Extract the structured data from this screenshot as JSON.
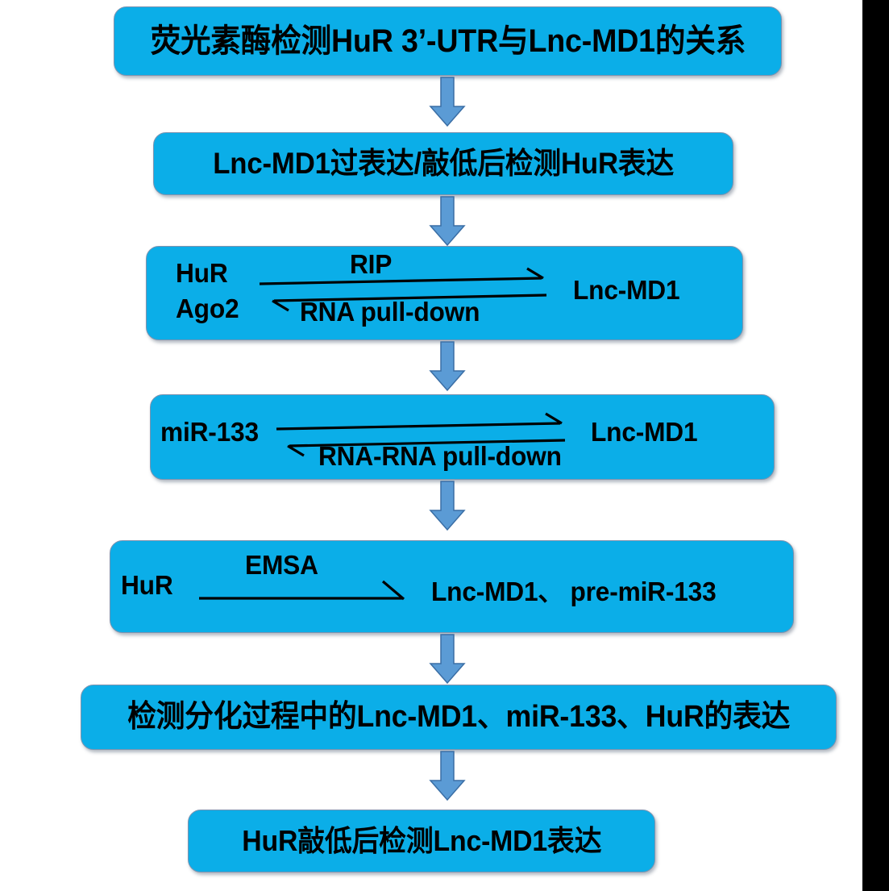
{
  "diagram": {
    "title": "荧光素酶检测HuR 3’-UTR与Lnc-MD1的关系",
    "type": "vertical-flowchart",
    "colors": {
      "box_fill": "#0BAEE8",
      "box_border": "#7B93B0",
      "connector_fill": "#5B9BD5",
      "connector_border": "#3A6EA5",
      "text": "#000000",
      "background": "#FFFFFF",
      "edge_strip": "#000000"
    },
    "steps": [
      {
        "id": "step-1",
        "kind": "text",
        "text": "荧光素酶检测HuR 3’-UTR与Lnc-MD1的关系"
      },
      {
        "id": "step-2",
        "kind": "text",
        "text": "Lnc-MD1过表达/敲低后检测HuR表达"
      },
      {
        "id": "step-3",
        "kind": "reaction",
        "left_top": "HuR",
        "left_bottom": "Ago2",
        "right": "Lnc-MD1",
        "forward_label": "RIP",
        "reverse_label": "RNA pull-down",
        "bidirectional": true
      },
      {
        "id": "step-4",
        "kind": "reaction",
        "left_top": "miR-133",
        "left_bottom": "",
        "right": "Lnc-MD1",
        "forward_label": "",
        "reverse_label": "RNA-RNA pull-down",
        "bidirectional": true
      },
      {
        "id": "step-5",
        "kind": "reaction",
        "left_top": "HuR",
        "left_bottom": "",
        "right": "Lnc-MD1、 pre-miR-133",
        "forward_label": "EMSA",
        "reverse_label": "",
        "bidirectional": false
      },
      {
        "id": "step-6",
        "kind": "text",
        "text": "检测分化过程中的Lnc-MD1、miR-133、HuR的表达"
      },
      {
        "id": "step-7",
        "kind": "text",
        "text": "HuR敲低后检测Lnc-MD1表达"
      }
    ],
    "connectors": [
      {
        "id": "connector-1",
        "from": "step-1",
        "to": "step-2",
        "shape": "down-block-arrow"
      },
      {
        "id": "connector-2",
        "from": "step-2",
        "to": "step-3",
        "shape": "down-block-arrow"
      },
      {
        "id": "connector-3",
        "from": "step-3",
        "to": "step-4",
        "shape": "down-block-arrow"
      },
      {
        "id": "connector-4",
        "from": "step-4",
        "to": "step-5",
        "shape": "down-block-arrow"
      },
      {
        "id": "connector-5",
        "from": "step-5",
        "to": "step-6",
        "shape": "down-block-arrow"
      },
      {
        "id": "connector-6",
        "from": "step-6",
        "to": "step-7",
        "shape": "down-block-arrow"
      }
    ]
  }
}
